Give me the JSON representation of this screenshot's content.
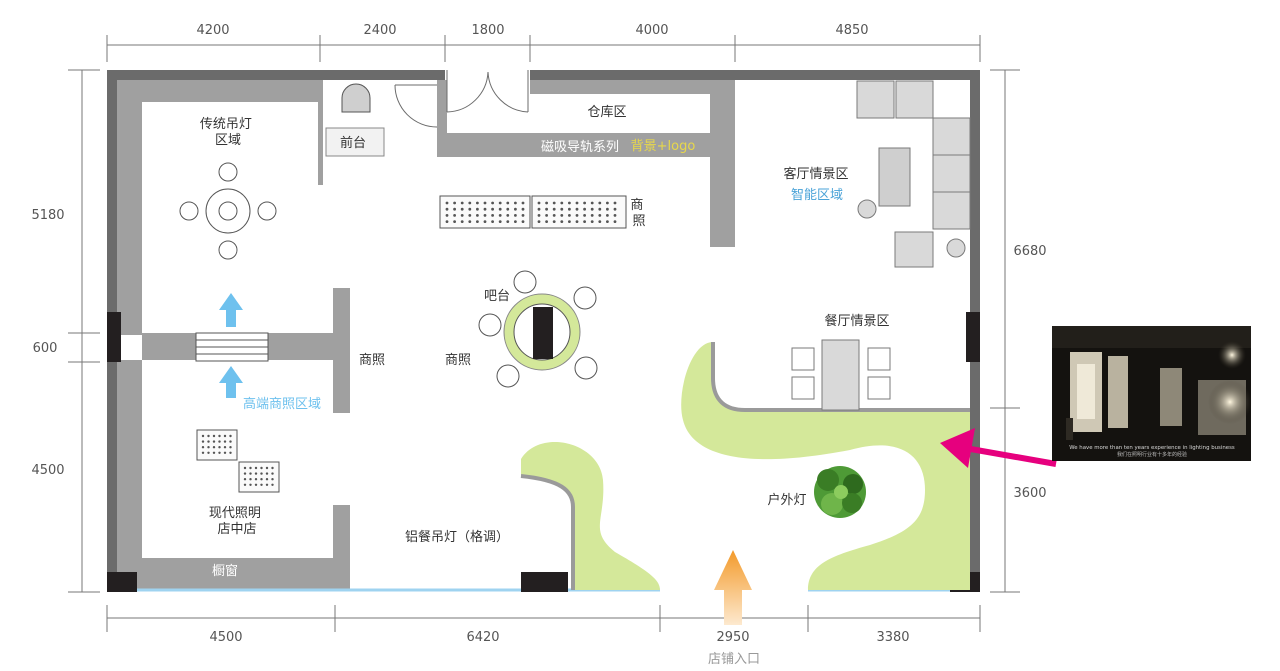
{
  "dimensions": {
    "top": [
      "4200",
      "2400",
      "1800",
      "4000",
      "4850"
    ],
    "bottom": [
      "4500",
      "6420",
      "2950",
      "3380"
    ],
    "left": [
      "5180",
      "600",
      "4500"
    ],
    "right": [
      "6680",
      "3600"
    ]
  },
  "zones": {
    "traditional_pendant": "传统吊灯\n区域",
    "reception": "前台",
    "warehouse": "仓库区",
    "magnetic_track": "磁吸导轨系列",
    "backdrop_logo": "背景+logo",
    "commercial_right": "商\n照",
    "living_room": "客厅情景区",
    "smart_area": "智能区域",
    "bar": "吧台",
    "commercial_left": "商照",
    "commercial_mid": "商照",
    "dining_room": "餐厅情景区",
    "high_end_commercial": "高端商照区域",
    "outdoor_lights": "户外灯",
    "modern_lighting": "现代照明\n店中店",
    "aluminum_pendant": "铝餐吊灯（格调）",
    "window": "橱窗",
    "store_entrance": "店铺入口"
  },
  "thumbnail": {
    "caption_en": "We have more than ten years experience in lighting business",
    "caption_cn": "我们在照明行业有十多年的经验"
  },
  "colors": {
    "wall": "#9a9a9a",
    "outer_wall": "#6b6b6b",
    "green": "#d4e89a",
    "blue_text": "#4aa3d8",
    "yellow_text": "#e8d84a",
    "magenta": "#e6007e",
    "orange": "#f29a2e",
    "glass": "#9fd3f0",
    "tree": "#3a8a2a"
  }
}
